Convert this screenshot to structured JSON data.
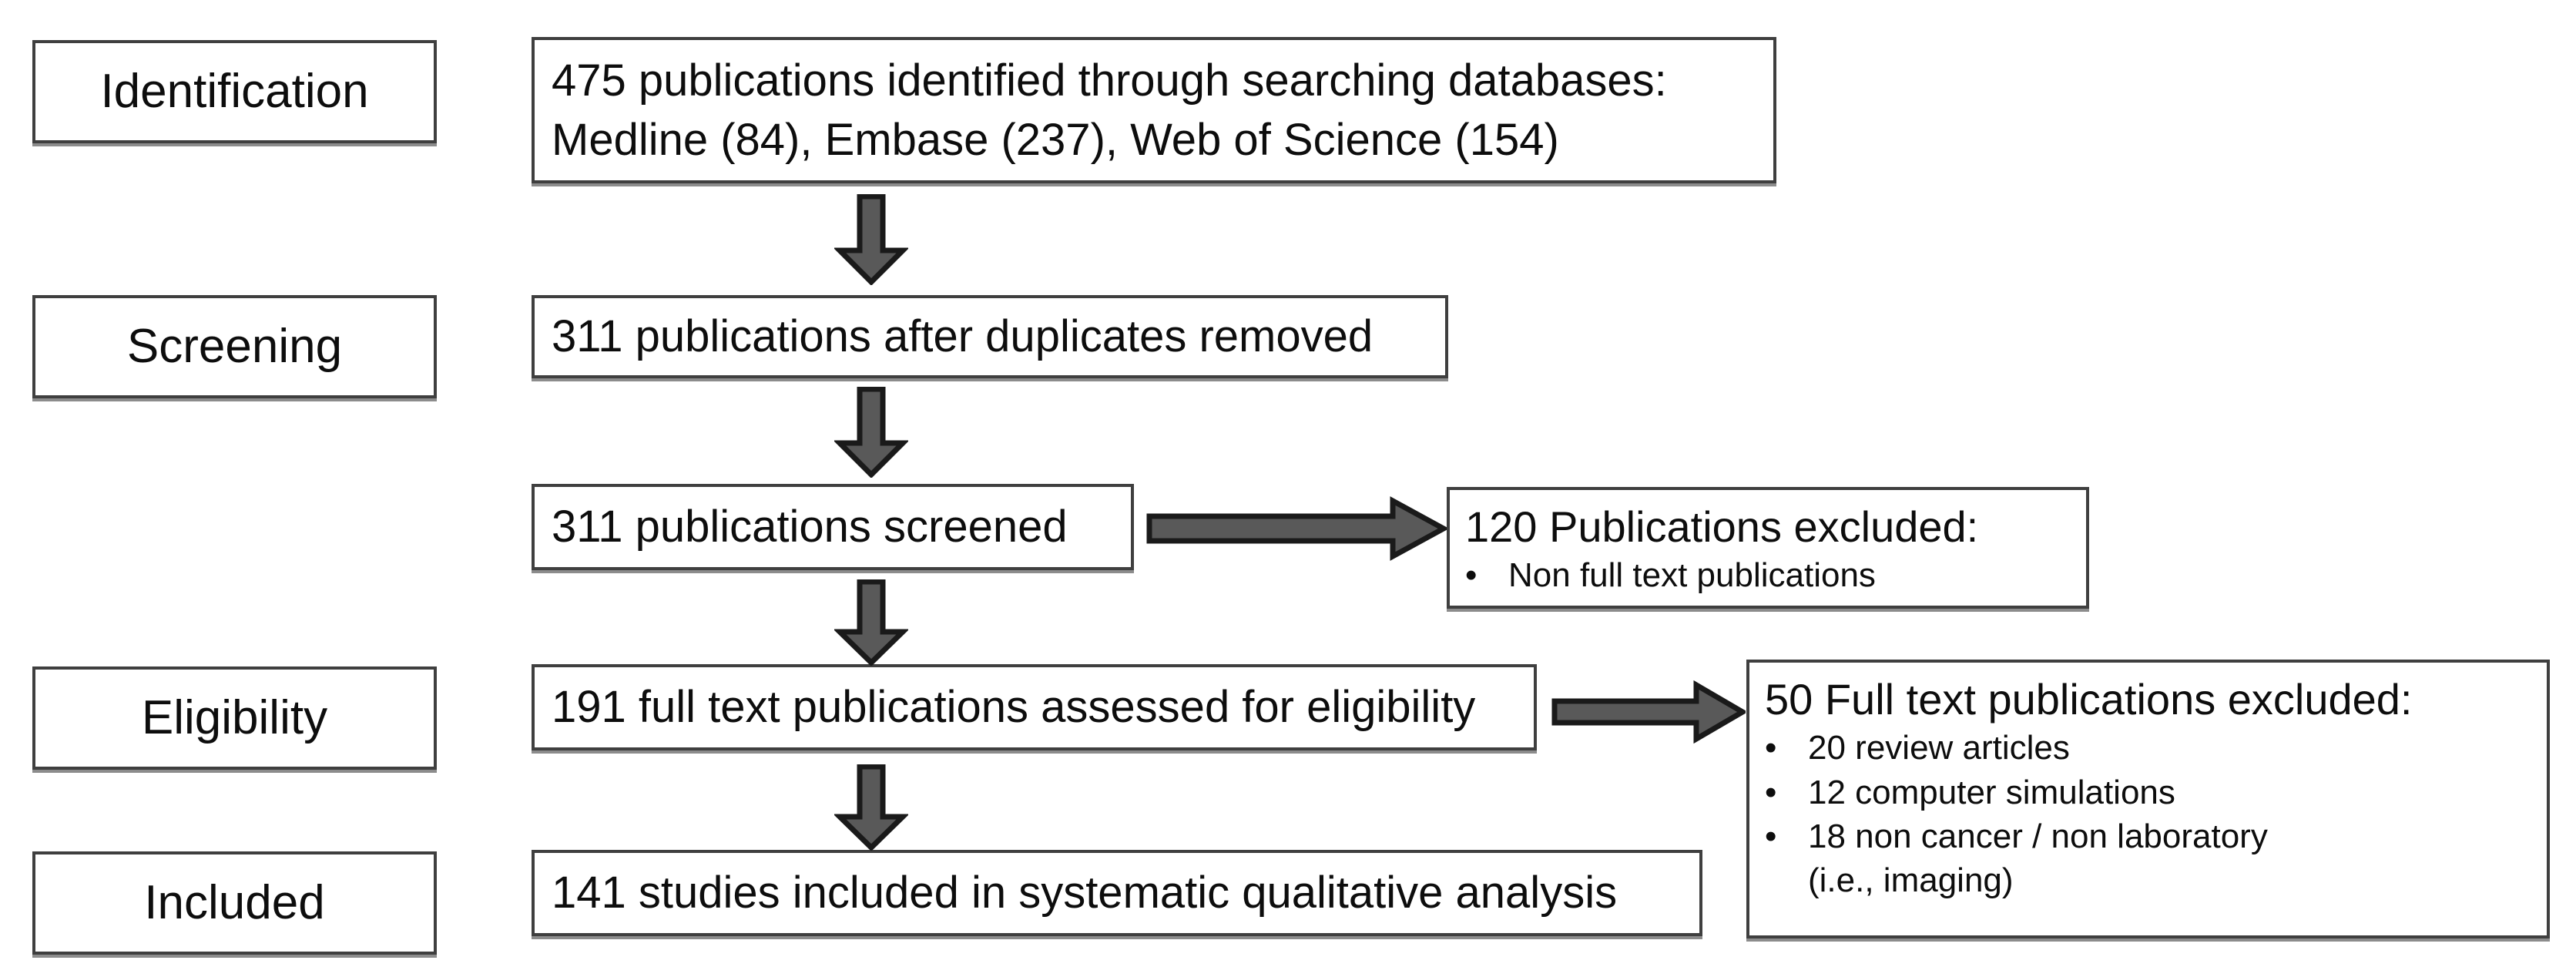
{
  "diagram": {
    "type": "prisma-flow-diagram",
    "colors": {
      "box_border": "#3f3f3f",
      "box_fill": "#ffffff",
      "arrow_fill": "#595959",
      "arrow_stroke": "#1a1a1a",
      "text": "#0d0d0d"
    },
    "stages": [
      {
        "id": "identification",
        "label": "Identification"
      },
      {
        "id": "screening",
        "label": "Screening"
      },
      {
        "id": "eligibility",
        "label": "Eligibility"
      },
      {
        "id": "included",
        "label": "Included"
      }
    ],
    "flow_boxes": [
      {
        "id": "identified",
        "line1": "475 publications identified through searching databases:",
        "line2": "Medline (84), Embase (237), Web of Science (154)",
        "count": 475
      },
      {
        "id": "duplicates-removed",
        "line1": "311 publications after duplicates removed",
        "count": 311
      },
      {
        "id": "screened",
        "line1": "311 publications screened",
        "count": 311
      },
      {
        "id": "full-text-assessed",
        "line1": "191 full text publications assessed for eligibility",
        "count": 191
      },
      {
        "id": "included-studies",
        "line1": "141 studies included in systematic qualitative analysis",
        "count": 141
      }
    ],
    "exclusion_boxes": [
      {
        "id": "screening-excluded",
        "heading": "120 Publications excluded:",
        "count": 120,
        "items": [
          "Non full text publications"
        ],
        "continuation": ""
      },
      {
        "id": "eligibility-excluded",
        "heading": "50 Full text publications excluded:",
        "count": 50,
        "items": [
          "20 review articles",
          "12 computer simulations",
          "18 non cancer  / non laboratory"
        ],
        "continuation": "(i.e., imaging)"
      }
    ],
    "databases": [
      {
        "name": "Medline",
        "count": 84
      },
      {
        "name": "Embase",
        "count": 237
      },
      {
        "name": "Web of Science",
        "count": 154
      }
    ],
    "bullet_glyph": "•",
    "arrows": [
      {
        "id": "arrow-identified-to-duplicates",
        "direction": "down"
      },
      {
        "id": "arrow-duplicates-to-screened",
        "direction": "down"
      },
      {
        "id": "arrow-screened-to-excluded",
        "direction": "right"
      },
      {
        "id": "arrow-screened-to-fulltext",
        "direction": "down"
      },
      {
        "id": "arrow-fulltext-to-excluded",
        "direction": "right"
      },
      {
        "id": "arrow-fulltext-to-included",
        "direction": "down"
      }
    ]
  }
}
